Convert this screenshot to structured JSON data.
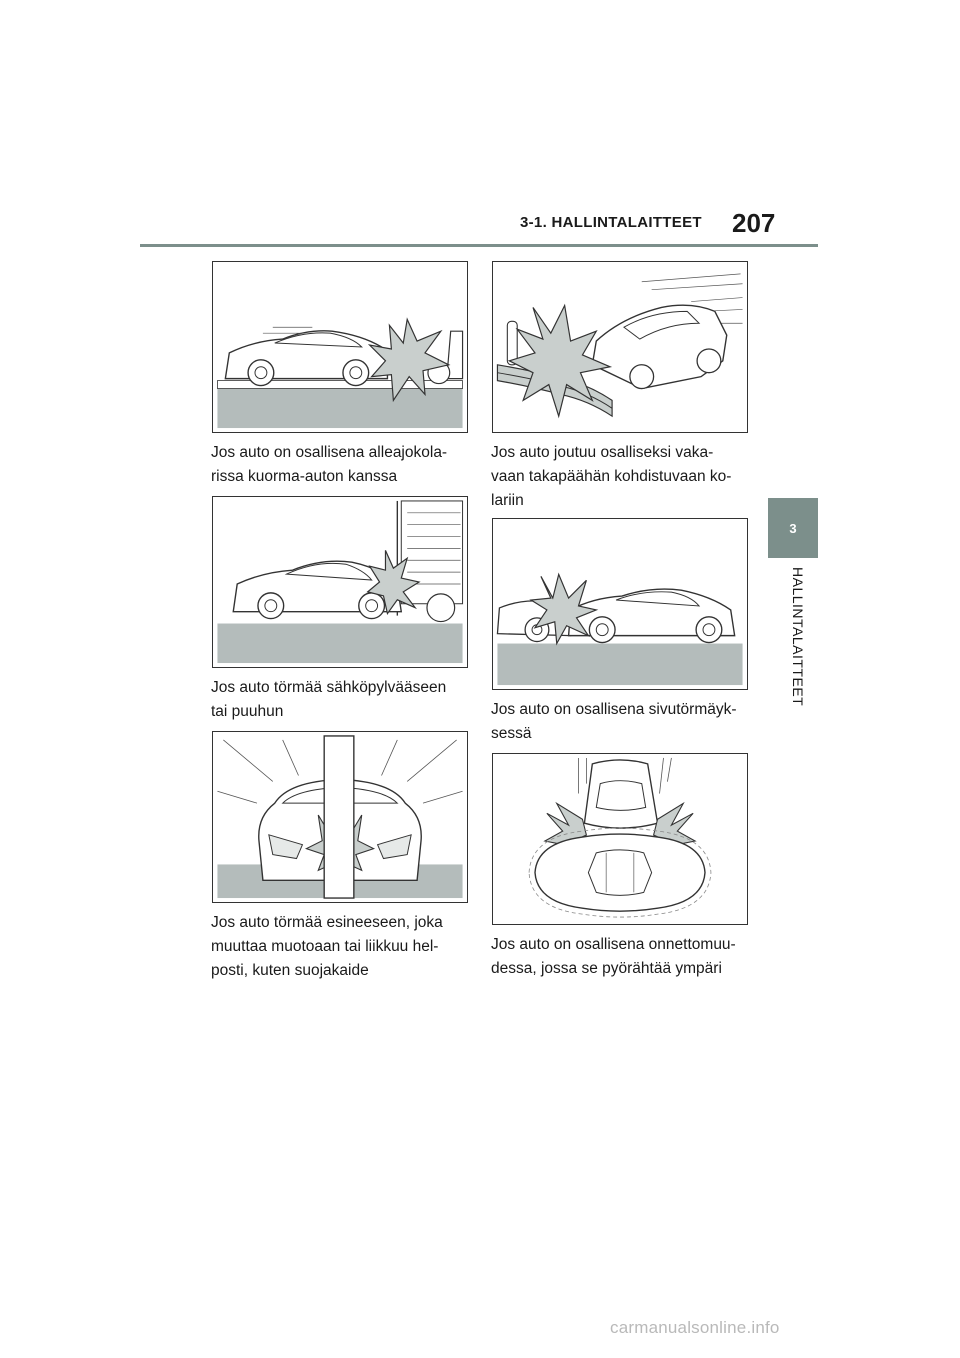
{
  "header": {
    "section": "3-1. HALLINTALAITTEET",
    "page_number": "207"
  },
  "side_tab": {
    "chapter": "3",
    "label": "HALLINTALAITTEET"
  },
  "figures": [
    {
      "caption": "Jos auto on osallisena alleajokola-\nrissa kuorma-auton kanssa"
    },
    {
      "caption": "Jos auto törmää sähköpylvääseen\ntai puuhun"
    },
    {
      "caption": "Jos auto törmää esineeseen, joka\nmuuttaa muotoaan tai liikkuu hel-\nposti, kuten suojakaide"
    },
    {
      "caption": "Jos auto joutuu osalliseksi vaka-\nvaan takapäähän kohdistuvaan ko-\nlariin"
    },
    {
      "caption": "Jos auto on osallisena sivutörmäyk-\nsessä"
    },
    {
      "caption": "Jos auto on osallisena onnettomuu-\ndessa, jossa se pyörähtää ympäri"
    }
  ],
  "footer": {
    "watermark": "carmanualsonline.info"
  },
  "colors": {
    "accent": "#7c8f8b",
    "ground": "#b4bcbb",
    "impact": "#c9cfcd"
  }
}
